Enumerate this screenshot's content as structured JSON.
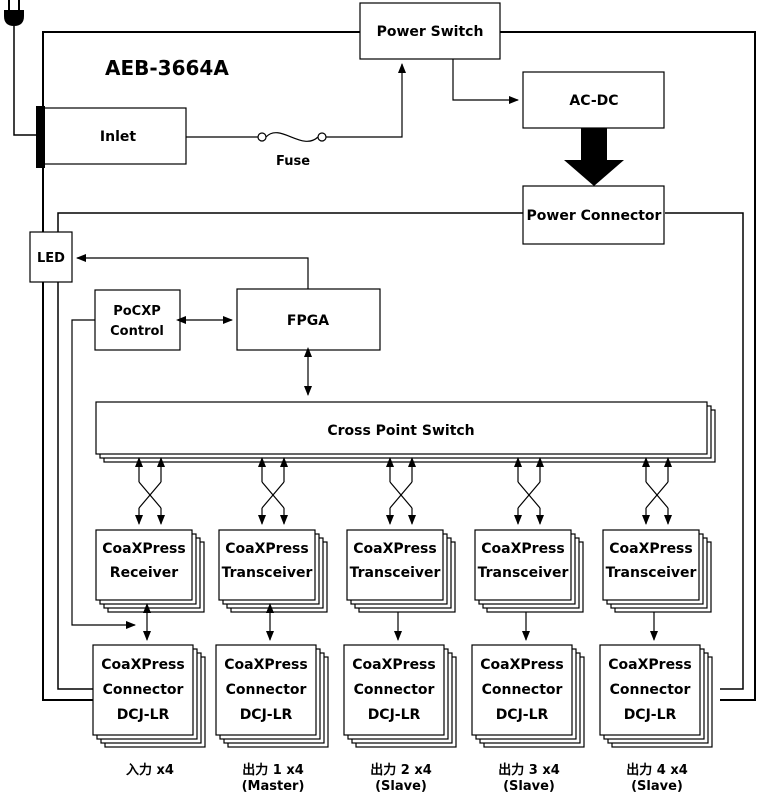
{
  "title": "AEB-3664A",
  "blocks": {
    "power_switch": "Power Switch",
    "inlet": "Inlet",
    "fuse": "Fuse",
    "ac_dc": "AC-DC",
    "power_connector": "Power Connector",
    "led": "LED",
    "pocxp_control": [
      "PoCXP",
      "Control"
    ],
    "fpga": "FPGA",
    "cross_point_switch": "Cross Point Switch"
  },
  "modules": [
    {
      "type": [
        "CoaXPress",
        "Receiver"
      ],
      "connector": [
        "CoaXPress",
        "Connector",
        "DCJ-LR"
      ],
      "port": "入力 x4",
      "role": ""
    },
    {
      "type": [
        "CoaXPress",
        "Transceiver"
      ],
      "connector": [
        "CoaXPress",
        "Connector",
        "DCJ-LR"
      ],
      "port": "出力 1 x4",
      "role": "(Master)"
    },
    {
      "type": [
        "CoaXPress",
        "Transceiver"
      ],
      "connector": [
        "CoaXPress",
        "Connector",
        "DCJ-LR"
      ],
      "port": "出力 2 x4",
      "role": "(Slave)"
    },
    {
      "type": [
        "CoaXPress",
        "Transceiver"
      ],
      "connector": [
        "CoaXPress",
        "Connector",
        "DCJ-LR"
      ],
      "port": "出力 3 x4",
      "role": "(Slave)"
    },
    {
      "type": [
        "CoaXPress",
        "Transceiver"
      ],
      "connector": [
        "CoaXPress",
        "Connector",
        "DCJ-LR"
      ],
      "port": "出力 4 x4",
      "role": "(Slave)"
    }
  ]
}
